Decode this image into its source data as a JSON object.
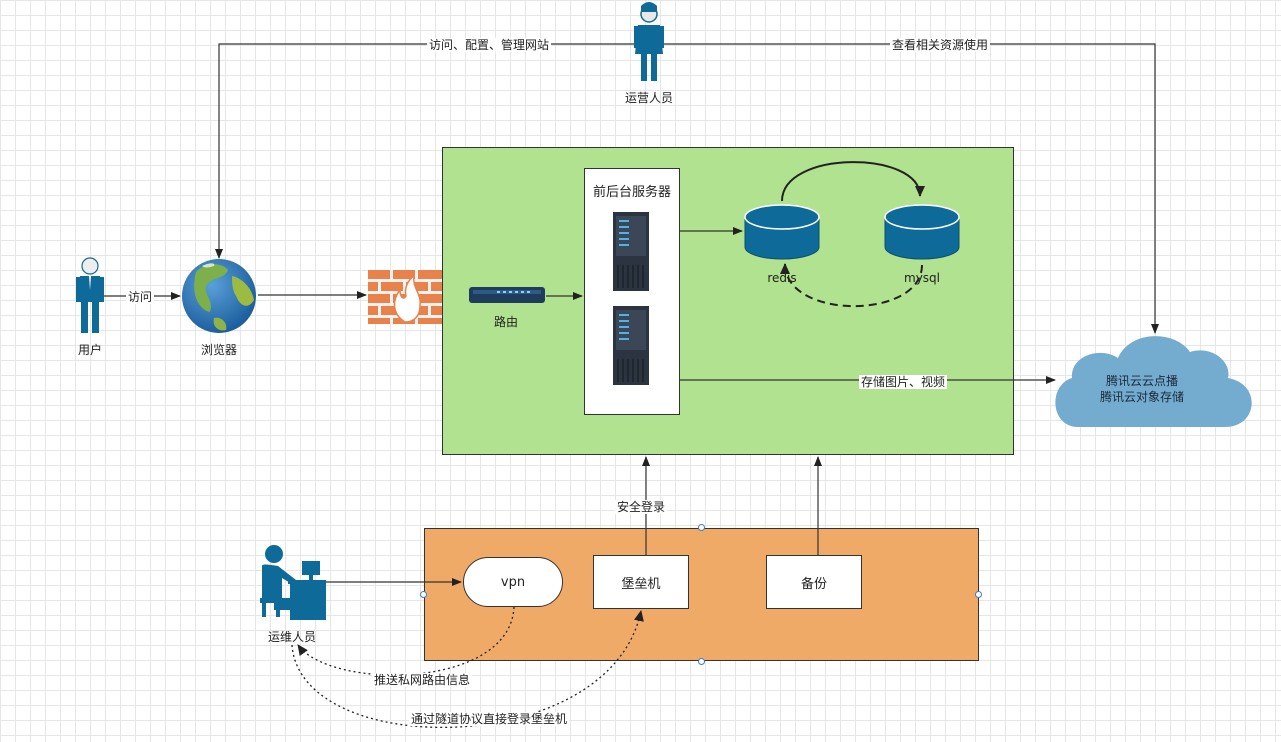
{
  "zones": {
    "server_panel_title": "前后台服务器"
  },
  "nodes": {
    "operator": "运营人员",
    "user": "用户",
    "browser": "浏览器",
    "router": "路由",
    "redis": "redis",
    "mysql": "mysql",
    "cloud_line1": "腾讯云云点播",
    "cloud_line2": "腾讯云对象存储",
    "devops": "运维人员",
    "vpn": "vpn",
    "bastion": "堡垒机",
    "backup": "备份"
  },
  "edges": {
    "access_config_manage": "访问、配置、管理网站",
    "view_resources": "查看相关资源使用",
    "visit": "访问",
    "store_media": "存储图片、视频",
    "secure_login": "安全登录",
    "push_private_route": "推送私网路由信息",
    "tunnel_login": "通过隧道协议直接登录堡垒机"
  },
  "colors": {
    "green_zone": "#b0e28f",
    "orange_zone": "#f0aa68",
    "db_blue": "#0e6b99",
    "cloud_blue": "#74acd0",
    "person_blue": "#0e6b99",
    "firewall": "#e8824a"
  }
}
